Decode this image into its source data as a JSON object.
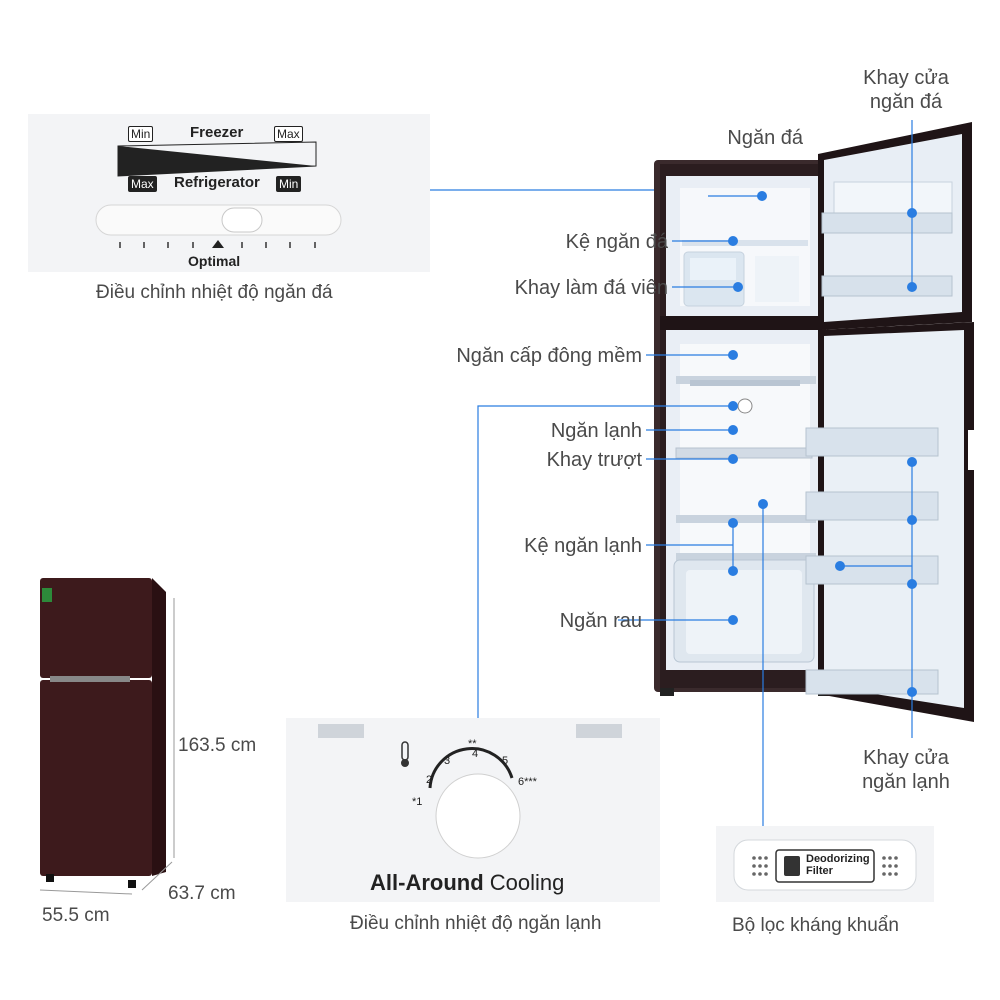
{
  "colors": {
    "accent": "#2a7de1",
    "fridge_body": "#3a1d1f",
    "liner": "#eef2f7"
  },
  "freezer_panel": {
    "freezer_label": "Freezer",
    "refrigerator_label": "Refrigerator",
    "min_top": "Min",
    "max_top": "Max",
    "max_bottom": "Max",
    "min_bottom": "Min",
    "optimal_label": "Optimal",
    "caption": "Điều chỉnh nhiệt độ ngăn đá"
  },
  "cooling_panel": {
    "title_bold": "All-Around",
    "title_regular": "Cooling",
    "dial_marks": [
      "*1",
      "2",
      "3",
      "**",
      "4",
      "5",
      "6***"
    ],
    "caption": "Điều chỉnh nhiệt độ ngăn lạnh"
  },
  "filter_panel": {
    "filter_line1": "Deodorizing",
    "filter_line2": "Filter",
    "caption": "Bộ lọc kháng khuẩn"
  },
  "dimensions": {
    "height": "163.5 cm",
    "depth": "63.7 cm",
    "width": "55.5 cm"
  },
  "callouts": {
    "freezer": "Ngăn đá",
    "freezer_shelf": "Kệ ngăn đá",
    "ice_tray": "Khay làm đá viên",
    "soft_freeze": "Ngăn cấp đông mềm",
    "fridge": "Ngăn lạnh",
    "sliding_tray": "Khay trượt",
    "fridge_shelf": "Kệ ngăn lạnh",
    "vegetable": "Ngăn rau",
    "freezer_door_line1": "Khay cửa",
    "freezer_door_line2": "ngăn đá",
    "fridge_door_line1": "Khay cửa",
    "fridge_door_line2": "ngăn lạnh"
  }
}
